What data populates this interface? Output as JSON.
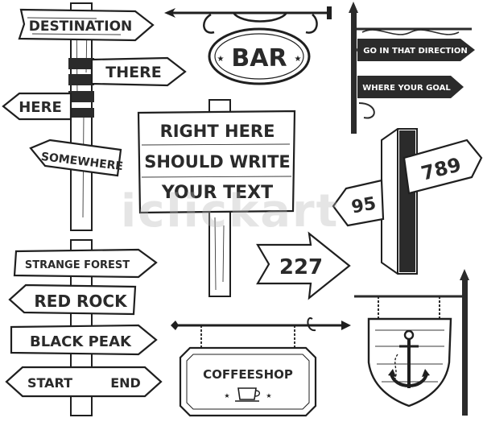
{
  "signs": {
    "destination": "DESTINATION",
    "there": "THERE",
    "here": "HERE",
    "somewhere": "SOMEWHERE",
    "bar": "BAR",
    "go_direction": "GO IN THAT DIRECTION",
    "where_goal": "WHERE YOUR GOAL",
    "board_line1": "RIGHT HERE",
    "board_line2": "SHOULD WRITE",
    "board_line3": "YOUR TEXT",
    "num_789": "789",
    "num_95": "95",
    "num_227": "227",
    "strange_forest": "STRANGE FOREST",
    "red_rock": "RED ROCK",
    "black_peak": "BLACK PEAK",
    "start": "START",
    "end": "END",
    "coffeeshop": "COFFEESHOP"
  },
  "watermark": "iclickart",
  "colors": {
    "ink": "#2b2b2b",
    "paper": "#ffffff"
  },
  "icons": [
    "anchor-icon",
    "coffee-cup-icon",
    "star-icon",
    "scroll-bracket-icon"
  ]
}
